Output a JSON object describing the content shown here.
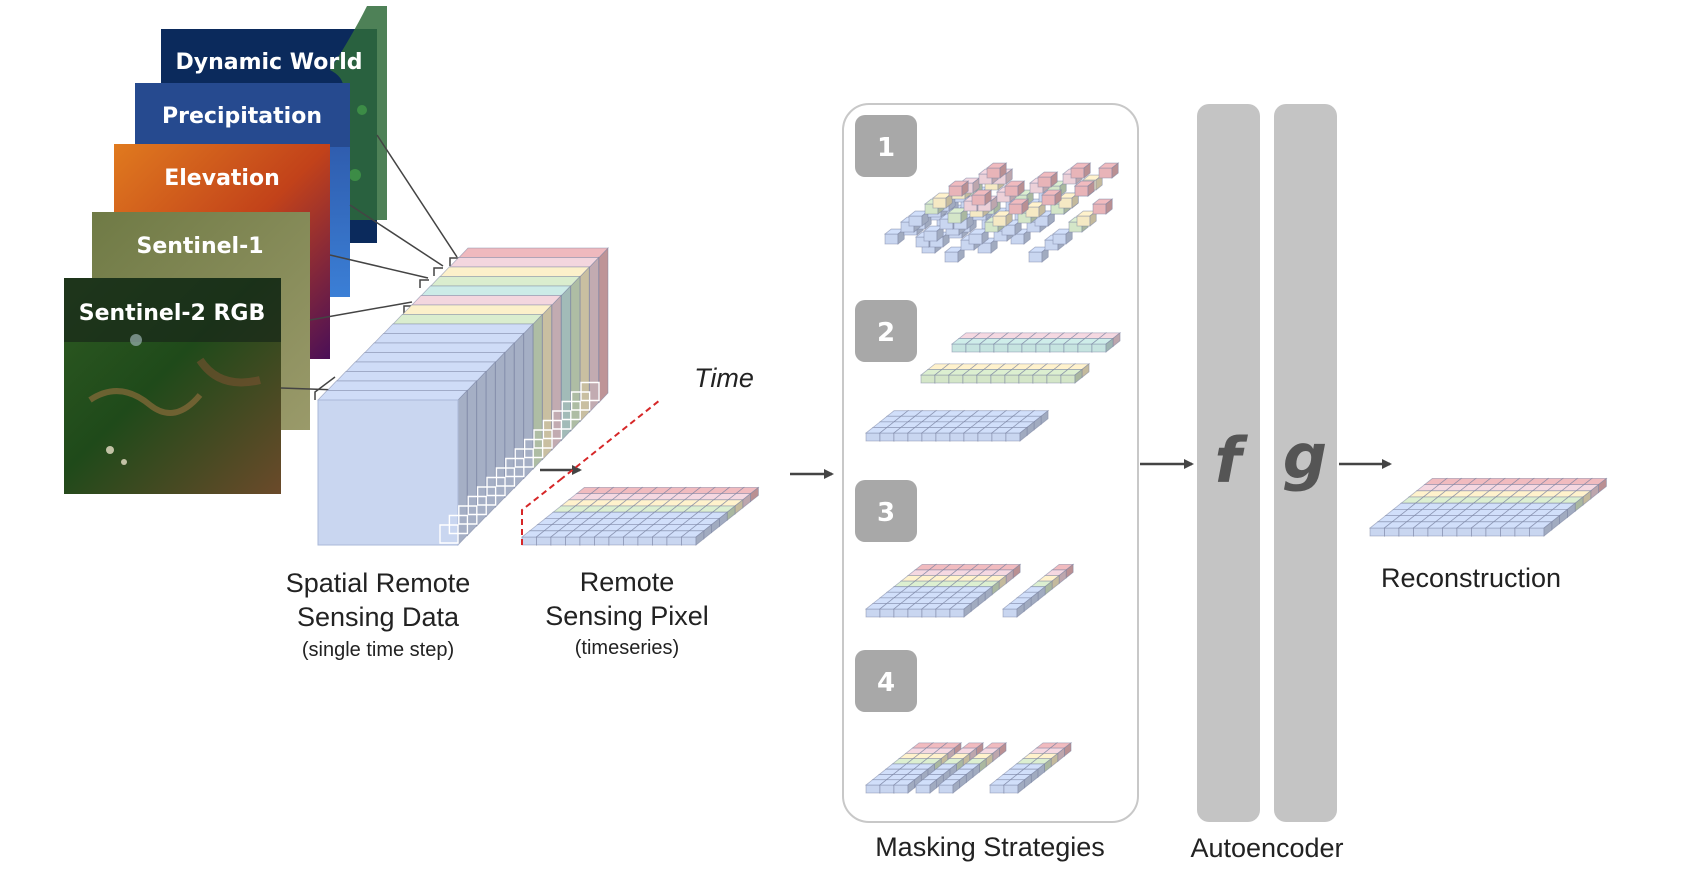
{
  "layers": [
    {
      "label": "Dynamic World"
    },
    {
      "label": "Precipitation"
    },
    {
      "label": "Elevation"
    },
    {
      "label": "Sentinel-1"
    },
    {
      "label": "Sentinel-2 RGB"
    }
  ],
  "spatial_label": {
    "line1": "Spatial Remote",
    "line2": "Sensing Data",
    "sub": "(single time step)"
  },
  "pixel_label": {
    "line1": "Remote",
    "line2": "Sensing Pixel",
    "sub": "(timeseries)"
  },
  "time_label": "Time",
  "masking": {
    "title": "Masking Strategies",
    "strategies": [
      "1",
      "2",
      "3",
      "4"
    ]
  },
  "autoencoder": {
    "title": "Autoencoder",
    "encoder": "f",
    "decoder": "g"
  },
  "reconstruction_label": "Reconstruction",
  "colors": {
    "cube_blue": "#c9d6f0",
    "band_green": "#d4e6c8",
    "band_yellow": "#f5e9c4",
    "band_pink": "#ecd0d8",
    "band_red": "#e8b4b8",
    "band_teal": "#c6e4e0",
    "panel_gray": "#c4c4c4",
    "badge_gray": "#a8a8a8",
    "mask_red": "#d62728"
  }
}
